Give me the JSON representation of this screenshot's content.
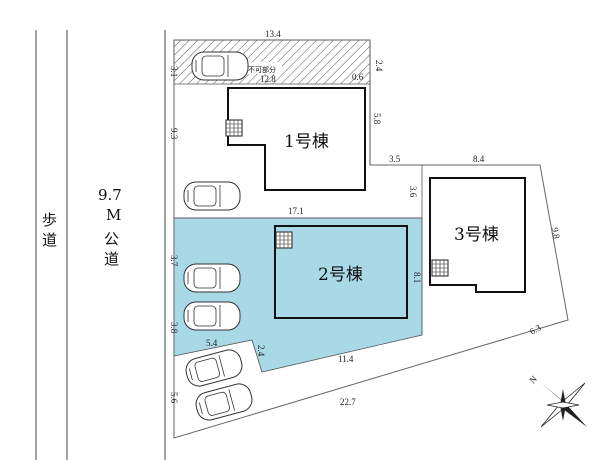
{
  "colors": {
    "lot2_fill": "#a9d9e7",
    "line": "#333333",
    "hatch": "#555555"
  },
  "road": {
    "width_line1": "9.7",
    "width_line2": "M",
    "name_chars": [
      "公",
      "道"
    ],
    "sidewalk_chars": [
      "歩",
      "道"
    ]
  },
  "hatch_label": "建築不可部分",
  "buildings": {
    "b1": "1号棟",
    "b2": "2号棟",
    "b3": "3号棟"
  },
  "dims": {
    "top": "13.4",
    "top_left_v": "3.1",
    "hatch_bottom": "12.8",
    "hatch_small": "0.6",
    "hatch_right_v": "2.4",
    "lot1_left_v": "9.3",
    "lot1_right_v": "5.8",
    "step_h": "3.5",
    "lot3_top": "8.4",
    "step_v": "3.6",
    "lot2_top": "17.1",
    "lot3_right_v": "9.8",
    "lot2_left_upper_v": "3.7",
    "lot2_right_v": "8.1",
    "lot2_left_lower_v": "3.8",
    "drive_top": "5.4",
    "drive_right_v": "2.4",
    "lot2_bottom": "11.4",
    "lot3_bottom": "6.3",
    "bottom_left_v": "5.6",
    "bottom": "22.7"
  },
  "compass_label": "N",
  "icons": [
    "car-icon",
    "entrance-icon",
    "compass-icon"
  ]
}
